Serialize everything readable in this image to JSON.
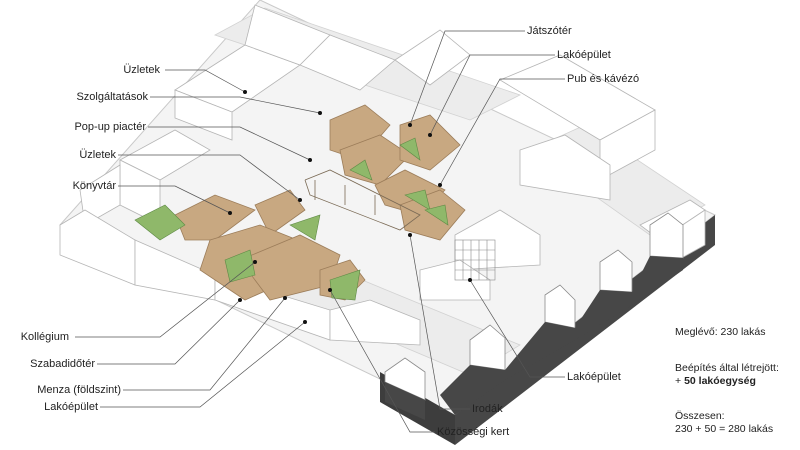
{
  "labels_left": [
    {
      "id": "uzletek-1",
      "text": "Üzletek"
    },
    {
      "id": "szolgaltatasok",
      "text": "Szolgáltatások"
    },
    {
      "id": "popup-piacter",
      "text": "Pop-up piactér"
    },
    {
      "id": "uzletek-2",
      "text": "Üzletek"
    },
    {
      "id": "konyvtar",
      "text": "Könyvtár"
    },
    {
      "id": "kollegium",
      "text": "Kollégium"
    },
    {
      "id": "szabadidoter",
      "text": "Szabadidőtér"
    },
    {
      "id": "menza",
      "text": "Menza (földszint)"
    },
    {
      "id": "lakoepulet-left",
      "text": "Lakóépület"
    }
  ],
  "labels_right": [
    {
      "id": "jatszoter",
      "text": "Játszótér"
    },
    {
      "id": "lakoepulet-top",
      "text": "Lakóépület"
    },
    {
      "id": "pub-kavezo",
      "text": "Pub és kávézó"
    },
    {
      "id": "lakoepulet-right",
      "text": "Lakóépület"
    },
    {
      "id": "irodak",
      "text": "Irodák"
    },
    {
      "id": "kozossegi-kert",
      "text": "Közösségi kert"
    }
  ],
  "stats": {
    "existing": "Meglévő: 230 lakás",
    "added_label": "Beépítés által létrejött:",
    "added_prefix": "+ ",
    "added_value": "50 lakóegység",
    "total_label": "Összesen:",
    "total_value": "230 + 50 = 280 lakás"
  },
  "colors": {
    "roof": "#c8a881",
    "roof_dark": "#a88a66",
    "green": "#8fb86a",
    "building": "#ffffff",
    "outline": "#b5b5b5",
    "road": "#efefef",
    "base_dark": "#474747",
    "line": "#555555"
  }
}
